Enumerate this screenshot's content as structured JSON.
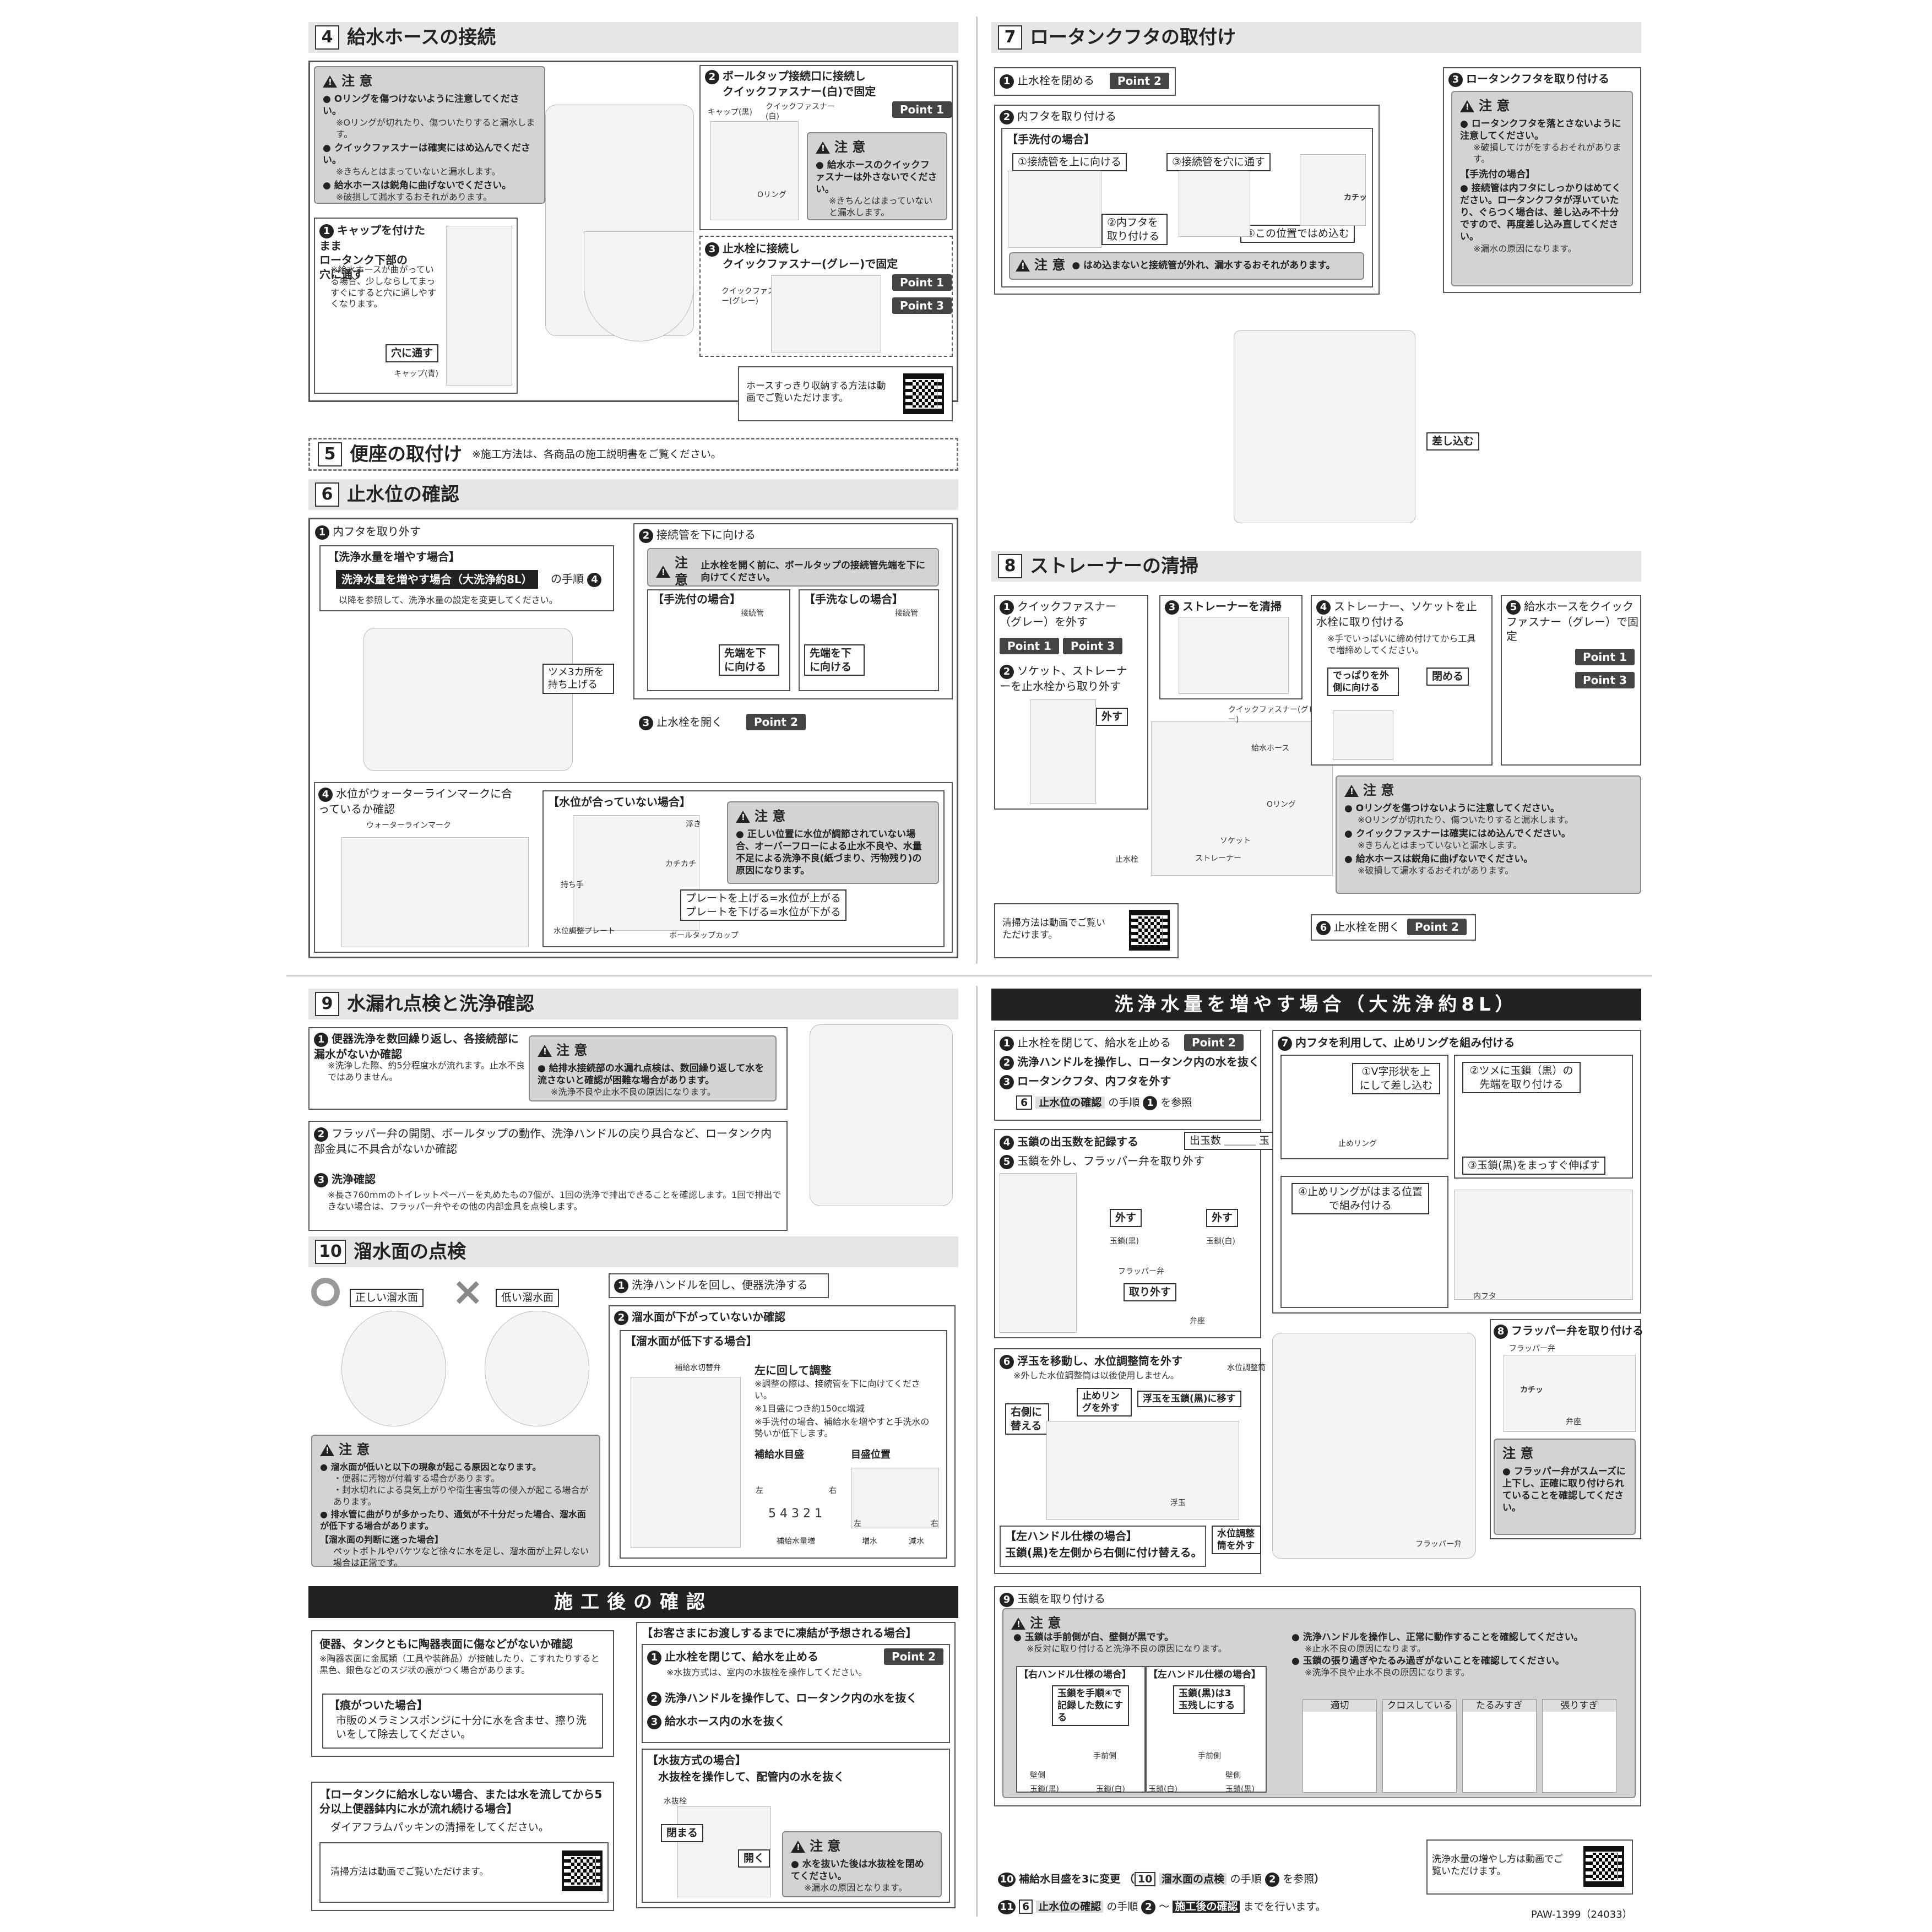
{
  "s4": {
    "num": "4",
    "title": "給水ホースの接続",
    "warn_title": "注 意",
    "warn": [
      "Oリングを傷つけないように注意してください。",
      "クイックファスナーは確実にはめ込んでください。",
      "給水ホースは鋭角に曲げないでください。"
    ],
    "warn_notes": [
      "※Oリングが切れたり、傷ついたりすると漏水します。",
      "※きちんとはまっていないと漏水します。",
      "※破損して漏水するおそれがあります。"
    ],
    "step1": "キャップを付けたまま",
    "step1b": "ロータンク下部の",
    "step1c": "穴に通す",
    "step1_note": "※給水ホースが曲がっている場合、少しならしてまっすぐにすると穴に通しやすくなります。",
    "hole_label": "穴に通す",
    "cap_blue": "キャップ(青)",
    "step2": "ボールタップ接続口に接続し",
    "step2b": "クイックファスナー(白)で固定",
    "cap_black": "キャップ(黒)",
    "qf_white": "クイックファスナー(白)",
    "oring": "Oリング",
    "warn2": "給水ホースのクイックファスナーは外さないでください。",
    "warn2_note": "※きちんとはまっていないと漏水します。",
    "step3": "止水栓に接続し",
    "step3b": "クイックファスナー(グレー)で固定",
    "qf_grey": "クイックファスナー(グレー)",
    "point1": "Point 1",
    "point3": "Point 3",
    "qr_text": "ホースすっきり収納する方法は動画でご覧いただけます。"
  },
  "s5": {
    "num": "5",
    "title": "便座の取付け",
    "sub": "※施工方法は、各商品の施工説明書をご覧ください。"
  },
  "s6": {
    "num": "6",
    "title": "止水位の確認",
    "step1": "内フタを取り外す",
    "case": "【洗浄水量を増やす場合】",
    "case_btn": "洗浄水量を増やす場合（大洗浄約8L）",
    "case_after": "の手順",
    "case_note": "以降を参照して、洗浄水量の設定を変更してください。",
    "tsume": "ツメ3カ所を持ち上げる",
    "step2": "接続管を下に向ける",
    "warn_a": "止水栓を開く前に、ボールタップの接続管先端を下に向けてください。",
    "tearai_ari": "【手洗付の場合】",
    "tearai_nashi": "【手洗なしの場合】",
    "setsuzoku": "接続管",
    "down": "先端を下に向ける",
    "step3": "止水栓を開く",
    "point2": "Point 2",
    "step4": "水位がウォーターラインマークに合っているか確認",
    "wl_mark": "ウォーターラインマーク",
    "not_match": "【水位が合っていない場合】",
    "ukidama": "浮き",
    "mochite": "持ち手",
    "kachi": "カチカチ",
    "plate": "水位調整プレート",
    "bt_cup": "ボールタップカップ",
    "up": "プレートを上げる=水位が上がる",
    "down2": "プレートを下げる=水位が下がる",
    "warn_b": "正しい位置に水位が調節されていない場合、オーバーフローによる止水不良や、水量不足による洗浄不良(紙づまり、汚物残り)の原因になります。"
  },
  "s7": {
    "num": "7",
    "title": "ロータンクフタの取付け",
    "step1": "止水栓を閉める",
    "step2": "内フタを取り付ける",
    "tearai": "【手洗付の場合】",
    "a": "①接続管を上に向ける",
    "b": "②内フタを取り付ける",
    "c": "③接続管を穴に通す",
    "d": "④この位置ではめ込む",
    "kachi": "カチッ",
    "warn": "はめ込まないと接続管が外れ、漏水するおそれがあります。",
    "sashikomu": "差し込む",
    "step3": "ロータンクフタを取り付ける",
    "warn2": "ロータンクフタを落とさないように注意してください。",
    "warn2_note": "※破損してけがをするおそれがあります。",
    "tearai2": "【手洗付の場合】",
    "warn3": "接続管は内フタにしっかりはめてください。ロータンクフタが浮いていたり、ぐらつく場合は、差し込み不十分ですので、再度差し込み直してください。",
    "warn3_note": "※漏水の原因になります。"
  },
  "s8": {
    "num": "8",
    "title": "ストレーナーの清掃",
    "step1": "クイックファスナー（グレー）を外す",
    "step2": "ソケット、ストレーナーを止水栓から取り外す",
    "hazusu": "外す",
    "step3": "ストレーナーを清掃",
    "qf": "クイックファスナー(グレー)",
    "hose": "給水ホース",
    "oring": "Oリング",
    "socket": "ソケット",
    "strainer": "ストレーナー",
    "shisui": "止水栓",
    "step4": "ストレーナー、ソケットを止水栓に取り付ける",
    "step4_note": "※手でいっぱいに締め付けてから工具で増締めしてください。",
    "deppari": "でっぱりを外側に向ける",
    "shimeru": "閉める",
    "step5": "給水ホースをクイックファスナー（グレー）で固定",
    "warn": [
      "Oリングを傷つけないように注意してください。",
      "クイックファスナーは確実にはめ込んでください。",
      "給水ホースは鋭角に曲げないでください。"
    ],
    "warn_notes": [
      "※Oリングが切れたり、傷ついたりすると漏水します。",
      "※きちんとはまっていないと漏水します。",
      "※破損して漏水するおそれがあります。"
    ],
    "qr_text": "清掃方法は動画でご覧いただけます。",
    "step6": "止水栓を開く"
  },
  "s9": {
    "num": "9",
    "title": "水漏れ点検と洗浄確認",
    "step1": "便器洗浄を数回繰り返し、各接続部に漏水がないか確認",
    "step1_note": "※洗浄した際、約5分程度水が流れます。止水不良ではありません。",
    "warn": "給排水接続部の水漏れ点検は、数回繰り返して水を流さないと確認が困難な場合があります。",
    "warn_note": "※洗浄不良や止水不良の原因になります。",
    "step2": "フラッパー弁の開閉、ボールタップの動作、洗浄ハンドルの戻り具合など、ロータンク内部金具に不具合がないか確認",
    "step3": "洗浄確認",
    "step3_note": "※長さ760mmのトイレットペーパーを丸めたもの7個が、1回の洗浄で排出できることを確認します。1回で排出できない場合は、フラッパー弁やその他の内部金具を点検します。"
  },
  "s10": {
    "num": "10",
    "title": "溜水面の点検",
    "ok": "正しい溜水面",
    "ng": "低い溜水面",
    "step1": "洗浄ハンドルを回し、便器洗浄する",
    "step2": "溜水面が下がっていないか確認",
    "case": "【溜水面が低下する場合】",
    "valve": "補給水切替弁",
    "turn": "左に回して調整",
    "turn_notes": [
      "※調整の際は、接続管を下に向けてください。",
      "※1目盛につき約150cc増減",
      "※手洗付の場合、補給水を増やすと手洗水の勢いが低下します。"
    ],
    "scale": "補給水目盛",
    "pos": "目盛位置",
    "nums": "5 4 3 2 1",
    "left": "左",
    "right": "右",
    "inc": "補給水量増",
    "zou": "増水",
    "gen": "減水",
    "warn": [
      "溜水面が低いと以下の現象が起こる原因となります。",
      "排水管に曲がりが多かったり、通気が不十分だった場合、溜水面が低下する場合があります。"
    ],
    "warn_sub": [
      "・便器に汚物が付着する場合があります。",
      "・封水切れによる臭気上がりや衛生害虫等の侵入が起こる場合があります。"
    ],
    "mayou": "【溜水面の判断に迷った場合】",
    "mayou_note": "ペットボトルやバケツなど徐々に水を足し、溜水面が上昇しない場合は正常です。"
  },
  "after": {
    "title": "施工後の確認",
    "t1": "便器、タンクともに陶器表面に傷などがないか確認",
    "t1_note": "※陶器表面に金属類（工具や装飾品）が接触したり、こすれたりすると黒色、銀色などのスジ状の痕がつく場合があります。",
    "kizu": "【痕がついた場合】",
    "kizu_note": "市販のメラミンスポンジに十分に水を含ませ、擦り洗いをして除去してください。",
    "t2": "【ロータンクに給水しない場合、または水を流してから5分以上便器鉢内に水が流れ続ける場合】",
    "t2_note": "ダイアフラムパッキンの清掃をしてください。",
    "qr_text": "清掃方法は動画でご覧いただけます。",
    "freeze": "【お客さまにお渡しするまでに凍結が予想される場合】",
    "f1": "止水栓を閉じて、給水を止める",
    "f1_note": "※水抜方式は、室内の水抜栓を操作してください。",
    "f2": "洗浄ハンドルを操作して、ロータンク内の水を抜く",
    "f3": "給水ホース内の水を抜く",
    "mizunuki": "【水抜方式の場合】",
    "mizunuki_note": "水抜栓を操作して、配管内の水を抜く",
    "mizunukisen": "水抜栓",
    "shimaru": "閉まる",
    "hiraku": "開く",
    "warn": "水を抜いた後は水抜栓を閉めてください。",
    "warn_note": "※漏水の原因となります。"
  },
  "big": {
    "title": "洗浄水量を増やす場合（大洗浄約8L）",
    "s1": "止水栓を閉じて、給水を止める",
    "s2": "洗浄ハンドルを操作し、ロータンク内の水を抜く",
    "s3": "ロータンクフタ、内フタを外す",
    "s3_ref": "止水位の確認",
    "s3_ref2": "の手順",
    "s3_ref3": "を参照",
    "s4": "玉鎖の出玉数を記録する",
    "detama": "出玉数",
    "tama": "玉",
    "s5": "玉鎖を外し、フラッパー弁を取り外す",
    "soto": "外す",
    "tama_black": "玉鎖(黒)",
    "tama_white": "玉鎖(白)",
    "flapper": "フラッパー弁",
    "torihazusu": "取り外す",
    "benza": "弁座",
    "s6": "浮玉を移動し、水位調整筒を外す",
    "s6_note": "※外した水位調整筒は以後使用しません。",
    "tube": "水位調整筒",
    "migigawa": "右側に替える",
    "tomering": "止めリングを外す",
    "move": "浮玉を玉鎖(黒)に移す",
    "ukidama": "浮玉",
    "tube_off": "水位調整筒を外す",
    "left_handle": "【左ハンドル仕様の場合】",
    "left_note": "玉鎖(黒)を左側から右側に付け替える。",
    "s7": "内フタを利用して、止めリングを組み付ける",
    "v": "①V字形状を上にして差し込む",
    "tsume": "②ツメに玉鎖（黒）の先端を取り付ける",
    "tomering2": "止めリング",
    "straight": "③玉鎖(黒)をまっすぐ伸ばす",
    "kumitsuke": "④止めリングがはまる位置で組み付ける",
    "uchifuta": "内フタ",
    "s8": "フラッパー弁を取り付ける",
    "kachi": "カチッ",
    "warn8": "フラッパー弁がスムーズに上下し、正確に取り付けられていることを確認してください。",
    "s9": "玉鎖を取り付ける",
    "w9a": "玉鎖は手前側が白、壁側が黒です。",
    "w9a_note": "※反対に取り付けると洗浄不良の原因になります。",
    "right_h": "【右ハンドル仕様の場合】",
    "left_h": "【左ハンドル仕様の場合】",
    "rec": "玉鎖を手順④で記録した数にする",
    "rec_l": "玉鎖(黒)は3玉残しにする",
    "temae": "手前側",
    "kabe": "壁側",
    "w9b": "洗浄ハンドルを操作し、正常に動作することを確認してください。",
    "w9b_note": "※止水不良の原因になります。",
    "w9c": "玉鎖の張り過ぎやたるみ過ぎがないことを確認してください。",
    "w9c_note": "※洗浄不良や止水不良の原因になります。",
    "tekisetsu": "適切",
    "cross": "クロスしている",
    "tarumi": "たるみすぎ",
    "hari": "張りすぎ",
    "s10": "補給水目盛を3に変更",
    "s10_ref": "溜水面の点検",
    "s10_ref2": "の手順",
    "s10_ref3": "を参照",
    "s11a": "止水位の確認",
    "s11b": "の手順",
    "s11c": "〜",
    "s11d": "施工後の確認",
    "s11e": "までを行います。",
    "qr_text": "洗浄水量の増やし方は動画でご覧いただけます。"
  },
  "footer": "PAW-1399（24033）"
}
